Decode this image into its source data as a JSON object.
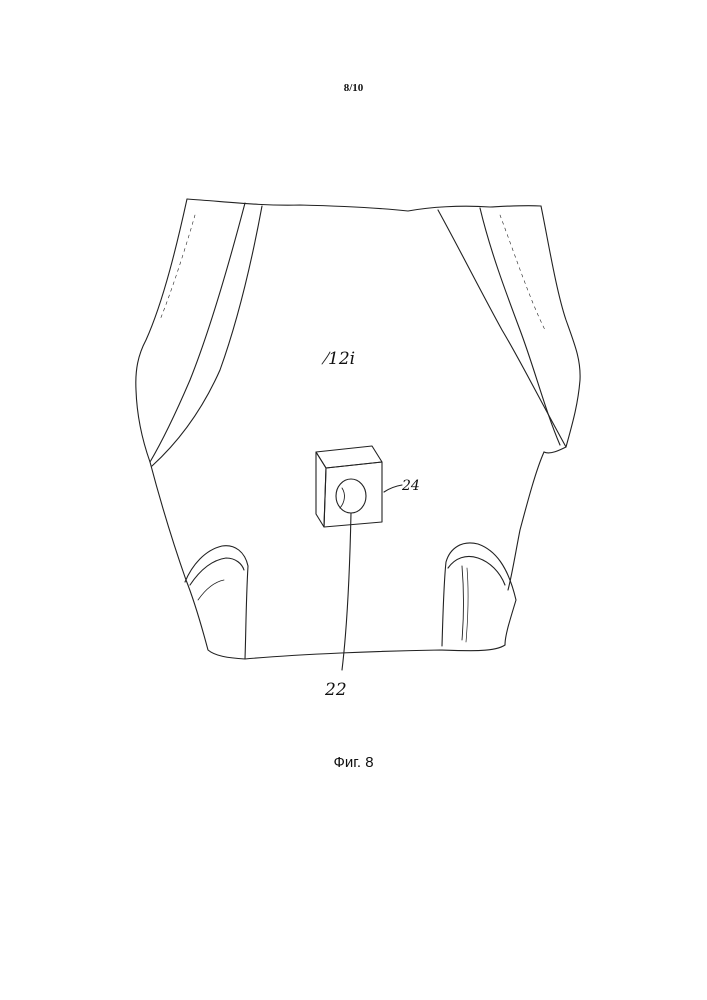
{
  "page": {
    "number": "8/10"
  },
  "figure": {
    "caption": "Фиг. 8",
    "labels": {
      "surface": "12i",
      "housing": "24",
      "sensor": "22"
    }
  }
}
